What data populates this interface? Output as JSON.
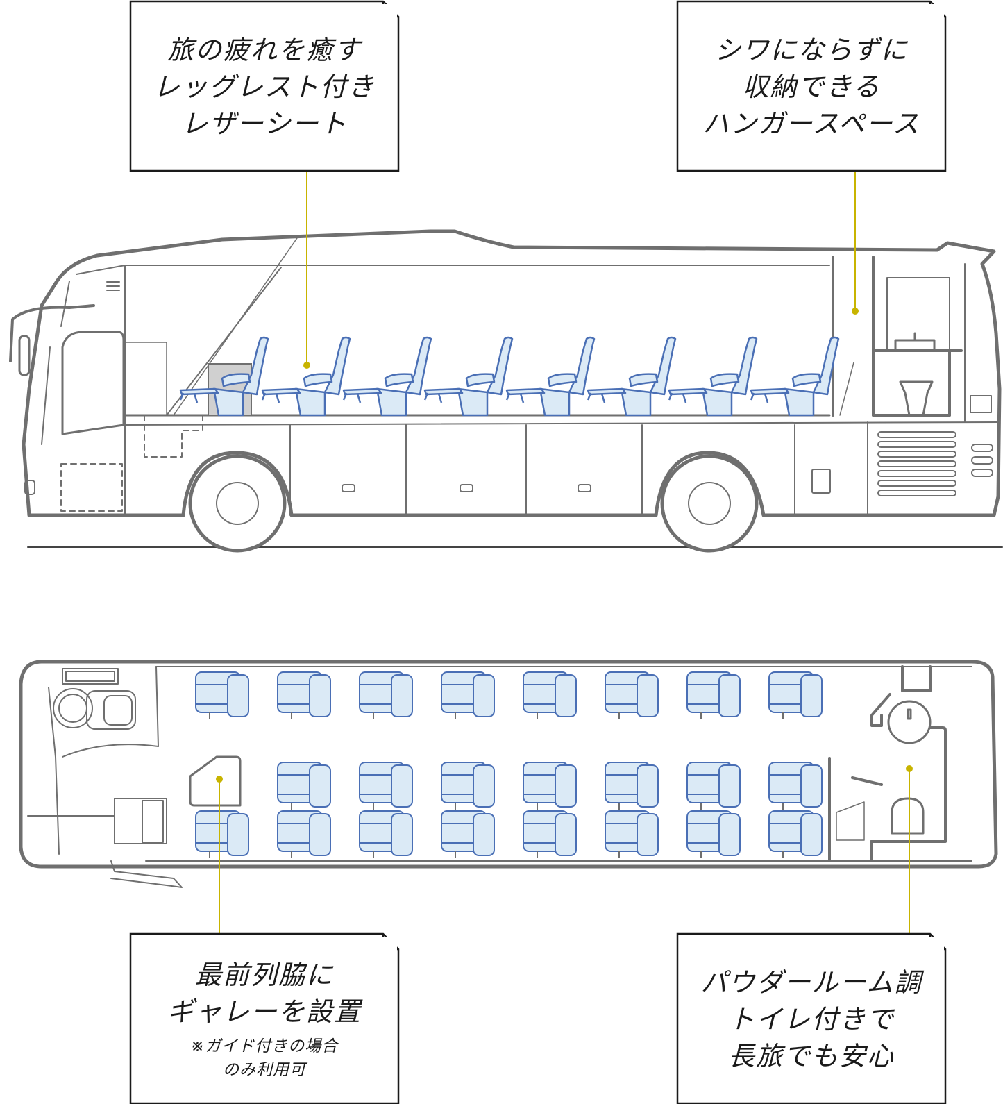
{
  "callouts": {
    "seat": {
      "lines": [
        "旅の疲れを癒す",
        "レッグレスト付き",
        "レザーシート"
      ]
    },
    "hanger": {
      "lines": [
        "シワにならずに",
        "収納できる",
        "ハンガースペース"
      ]
    },
    "galley": {
      "lines": [
        "最前列脇に",
        "ギャレーを設置"
      ],
      "notes": [
        "※ガイド付きの場合",
        "のみ利用可"
      ]
    },
    "toilet": {
      "lines": [
        "パウダールーム調",
        "トイレ付きで",
        "長旅でも安心"
      ]
    }
  },
  "colors": {
    "outline": "#6f6f6f",
    "seat_fill": "#dbeaf6",
    "seat_stroke": "#4a6fb5",
    "leader": "#c8b400",
    "text": "#1a1a1a",
    "storage": "#d0d0d0"
  },
  "icons": {
    "side_seat": "reclining-seat-icon",
    "top_seat": "seat-top-icon",
    "toilet": "toilet-icon",
    "sink": "sink-icon"
  }
}
